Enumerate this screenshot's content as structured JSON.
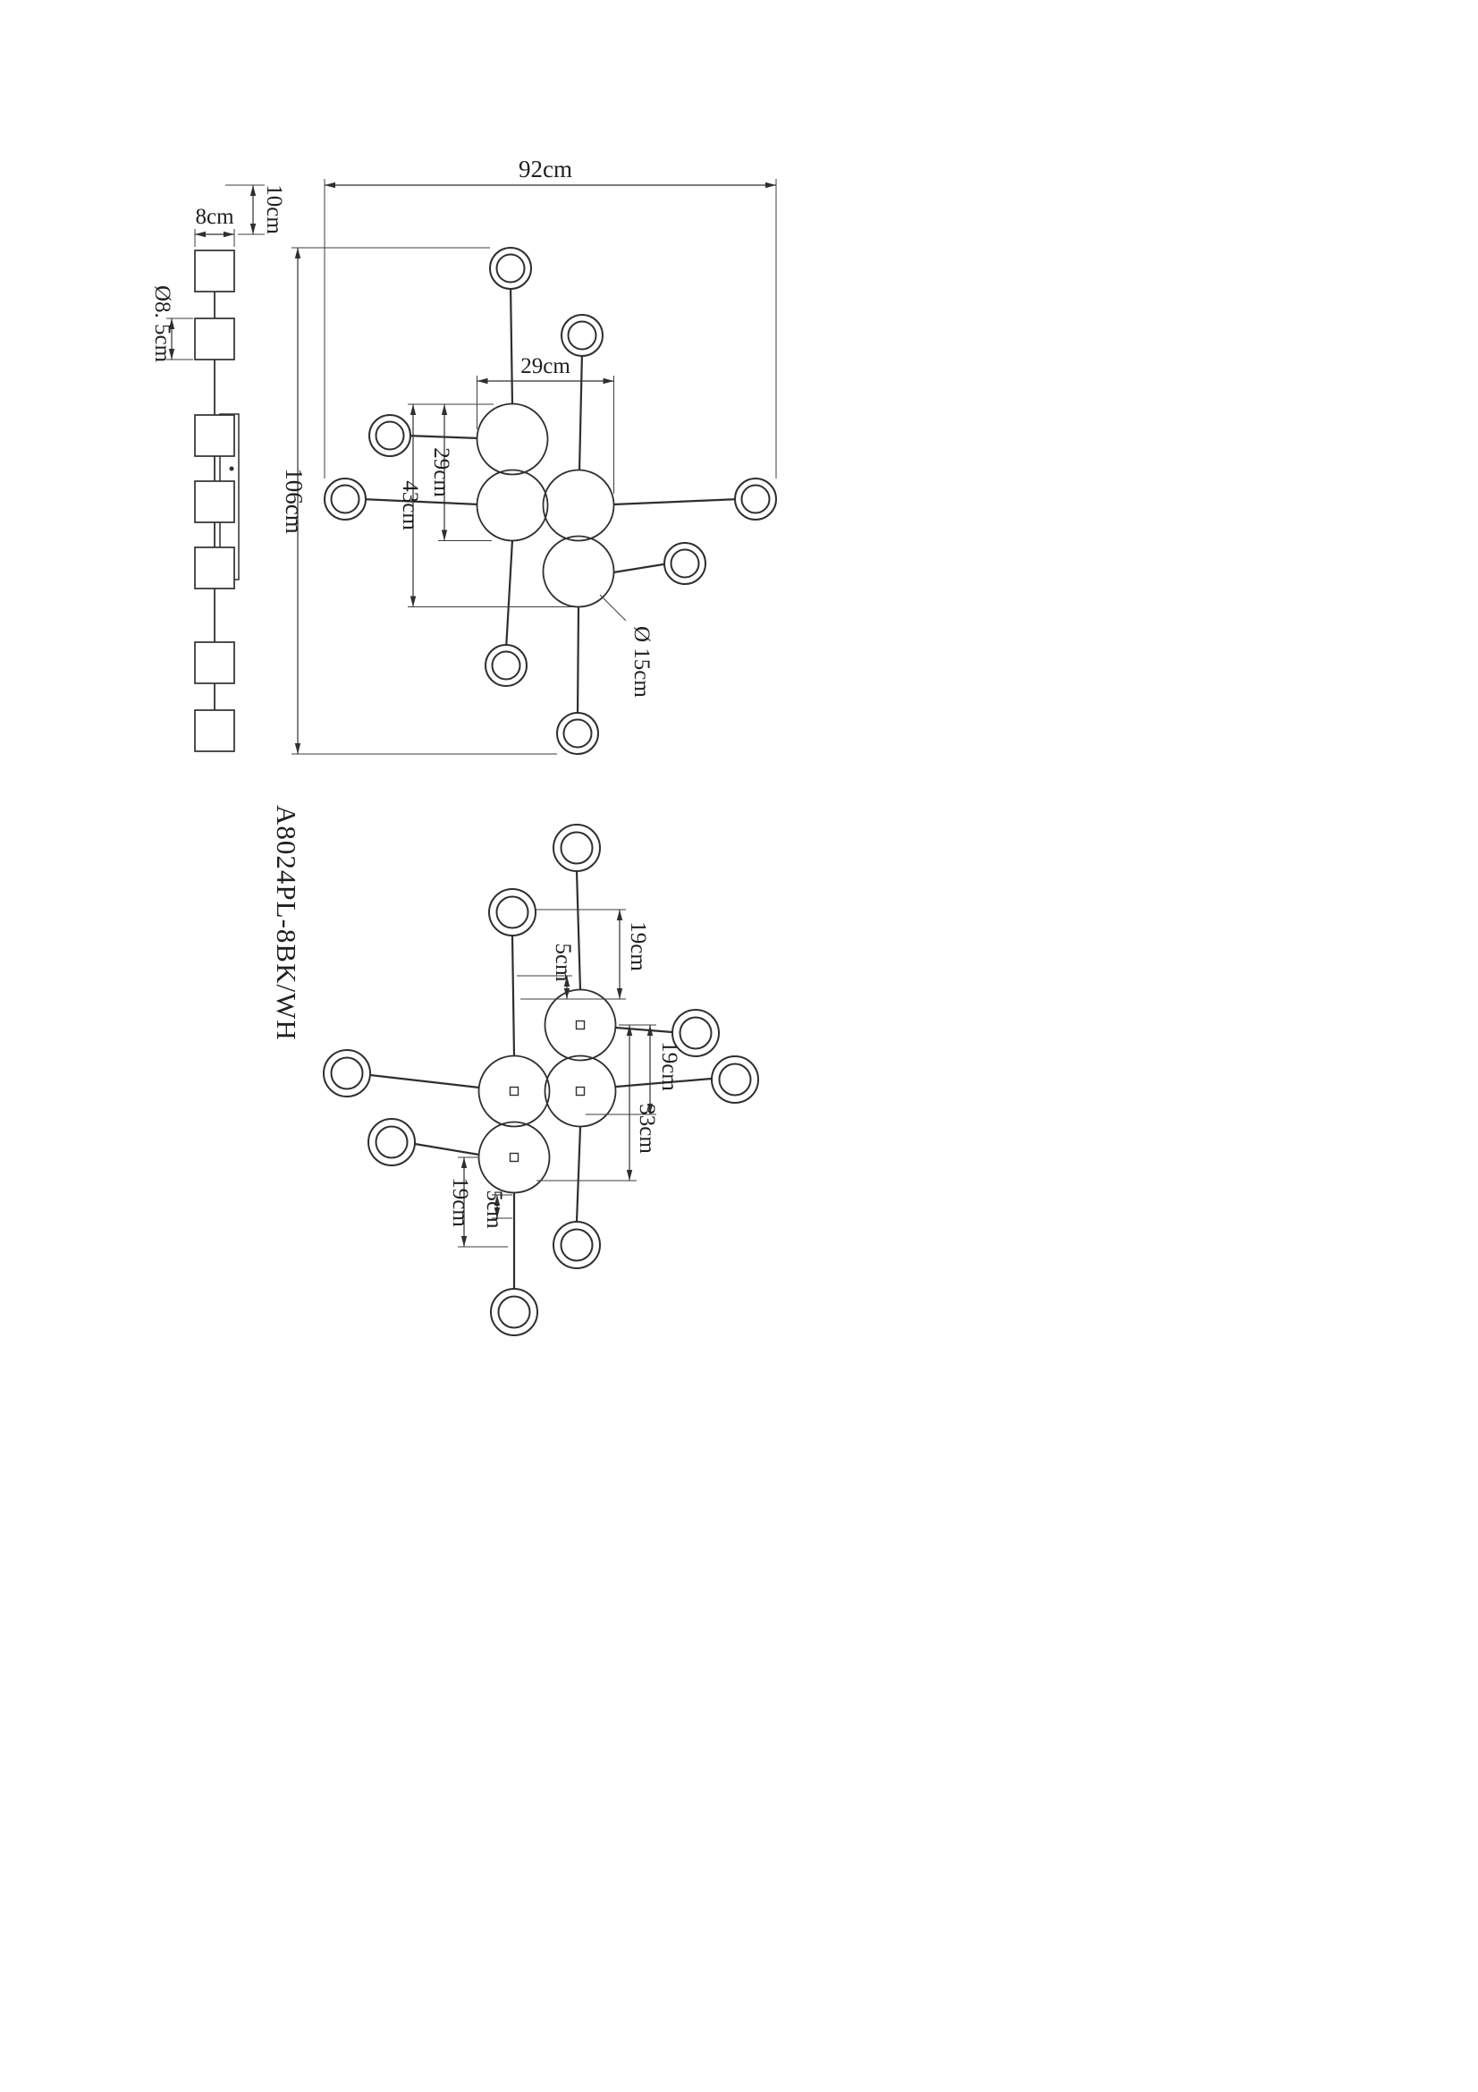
{
  "title": {
    "product_code": "A8024PL-8BK/WH"
  },
  "side_view": {
    "head_length": "8cm",
    "canopy_depth": "10cm",
    "head_diameter": "Ø8. 5cm"
  },
  "plan_view": {
    "overall_width": "92cm",
    "overall_height": "106cm",
    "cluster_width": "29cm",
    "cluster_pair_height": "29cm",
    "cluster_total_height": "43cm",
    "shade_diameter": "Ø 15cm"
  },
  "detail_view": {
    "top_arm_offset": "19cm",
    "top_stem_gap": "5cm",
    "right_arm_offset": "19cm",
    "cluster_span": "33cm",
    "bottom_arm_offset": "19cm",
    "bottom_stem_gap": "5cm"
  }
}
